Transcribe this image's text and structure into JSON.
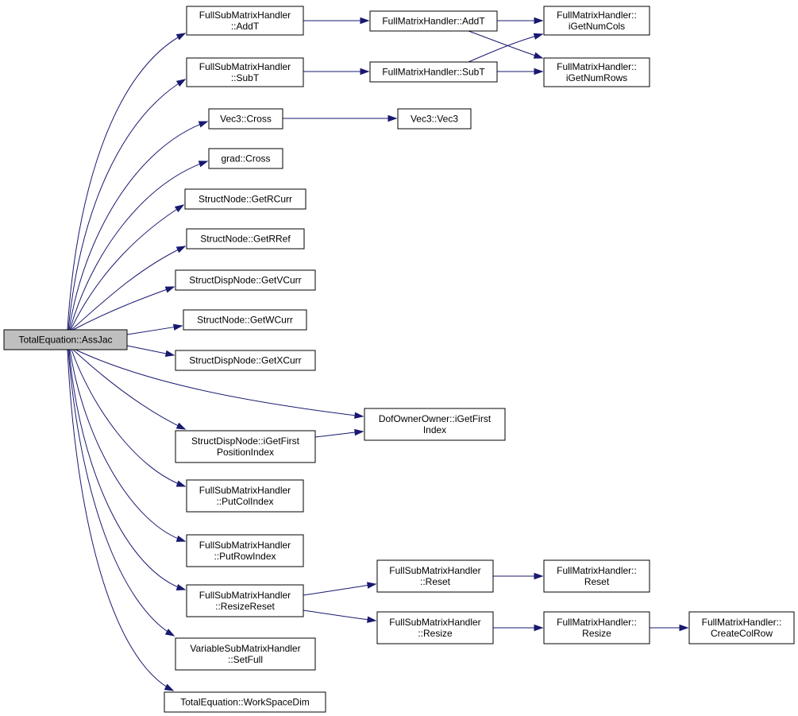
{
  "graph": {
    "edge_color": "#191970",
    "root_fill": "#bfbfbf",
    "node_fill": "#ffffff",
    "nodes": [
      {
        "id": "root",
        "lines": [
          "TotalEquation::AssJac"
        ],
        "root": true
      },
      {
        "id": "fsm_addt",
        "lines": [
          "FullSubMatrixHandler",
          "::AddT"
        ]
      },
      {
        "id": "fmh_addt",
        "lines": [
          "FullMatrixHandler::AddT"
        ]
      },
      {
        "id": "fmh_cols",
        "lines": [
          "FullMatrixHandler::",
          "iGetNumCols"
        ]
      },
      {
        "id": "fmh_rows",
        "lines": [
          "FullMatrixHandler::",
          "iGetNumRows"
        ]
      },
      {
        "id": "fsm_subt",
        "lines": [
          "FullSubMatrixHandler",
          "::SubT"
        ]
      },
      {
        "id": "fmh_subt",
        "lines": [
          "FullMatrixHandler::SubT"
        ]
      },
      {
        "id": "vec3_cross",
        "lines": [
          "Vec3::Cross"
        ]
      },
      {
        "id": "vec3_vec3",
        "lines": [
          "Vec3::Vec3"
        ]
      },
      {
        "id": "grad_cross",
        "lines": [
          "grad::Cross"
        ]
      },
      {
        "id": "sn_rcurr",
        "lines": [
          "StructNode::GetRCurr"
        ]
      },
      {
        "id": "sn_rref",
        "lines": [
          "StructNode::GetRRef"
        ]
      },
      {
        "id": "sdn_vcurr",
        "lines": [
          "StructDispNode::GetVCurr"
        ]
      },
      {
        "id": "sn_wcurr",
        "lines": [
          "StructNode::GetWCurr"
        ]
      },
      {
        "id": "sdn_xcurr",
        "lines": [
          "StructDispNode::GetXCurr"
        ]
      },
      {
        "id": "doo_first",
        "lines": [
          "DofOwnerOwner::iGetFirst",
          "Index"
        ]
      },
      {
        "id": "sdn_firstpos",
        "lines": [
          "StructDispNode::iGetFirst",
          "PositionIndex"
        ]
      },
      {
        "id": "fsm_putcol",
        "lines": [
          "FullSubMatrixHandler",
          "::PutColIndex"
        ]
      },
      {
        "id": "fsm_putrow",
        "lines": [
          "FullSubMatrixHandler",
          "::PutRowIndex"
        ]
      },
      {
        "id": "fsm_resizereset",
        "lines": [
          "FullSubMatrixHandler",
          "::ResizeReset"
        ]
      },
      {
        "id": "fsm_reset",
        "lines": [
          "FullSubMatrixHandler",
          "::Reset"
        ]
      },
      {
        "id": "fmh_reset",
        "lines": [
          "FullMatrixHandler::",
          "Reset"
        ]
      },
      {
        "id": "fsm_resize",
        "lines": [
          "FullSubMatrixHandler",
          "::Resize"
        ]
      },
      {
        "id": "fmh_resize",
        "lines": [
          "FullMatrixHandler::",
          "Resize"
        ]
      },
      {
        "id": "fmh_createcolrow",
        "lines": [
          "FullMatrixHandler::",
          "CreateColRow"
        ]
      },
      {
        "id": "vsm_setfull",
        "lines": [
          "VariableSubMatrixHandler",
          "::SetFull"
        ]
      },
      {
        "id": "te_wsdim",
        "lines": [
          "TotalEquation::WorkSpaceDim"
        ]
      }
    ],
    "edges": [
      {
        "from": "root",
        "to": "fsm_addt"
      },
      {
        "from": "root",
        "to": "fsm_subt"
      },
      {
        "from": "root",
        "to": "vec3_cross"
      },
      {
        "from": "root",
        "to": "grad_cross"
      },
      {
        "from": "root",
        "to": "sn_rcurr"
      },
      {
        "from": "root",
        "to": "sn_rref"
      },
      {
        "from": "root",
        "to": "sdn_vcurr"
      },
      {
        "from": "root",
        "to": "sn_wcurr"
      },
      {
        "from": "root",
        "to": "sdn_xcurr"
      },
      {
        "from": "root",
        "to": "doo_first"
      },
      {
        "from": "root",
        "to": "sdn_firstpos"
      },
      {
        "from": "root",
        "to": "fsm_putcol"
      },
      {
        "from": "root",
        "to": "fsm_putrow"
      },
      {
        "from": "root",
        "to": "fsm_resizereset"
      },
      {
        "from": "root",
        "to": "vsm_setfull"
      },
      {
        "from": "root",
        "to": "te_wsdim"
      },
      {
        "from": "fsm_addt",
        "to": "fmh_addt"
      },
      {
        "from": "fmh_addt",
        "to": "fmh_cols"
      },
      {
        "from": "fmh_addt",
        "to": "fmh_rows"
      },
      {
        "from": "fsm_subt",
        "to": "fmh_subt"
      },
      {
        "from": "fmh_subt",
        "to": "fmh_cols"
      },
      {
        "from": "fmh_subt",
        "to": "fmh_rows"
      },
      {
        "from": "vec3_cross",
        "to": "vec3_vec3"
      },
      {
        "from": "sdn_firstpos",
        "to": "doo_first"
      },
      {
        "from": "fsm_resizereset",
        "to": "fsm_reset"
      },
      {
        "from": "fsm_resizereset",
        "to": "fsm_resize"
      },
      {
        "from": "fsm_reset",
        "to": "fmh_reset"
      },
      {
        "from": "fsm_resize",
        "to": "fmh_resize"
      },
      {
        "from": "fmh_resize",
        "to": "fmh_createcolrow"
      }
    ]
  }
}
